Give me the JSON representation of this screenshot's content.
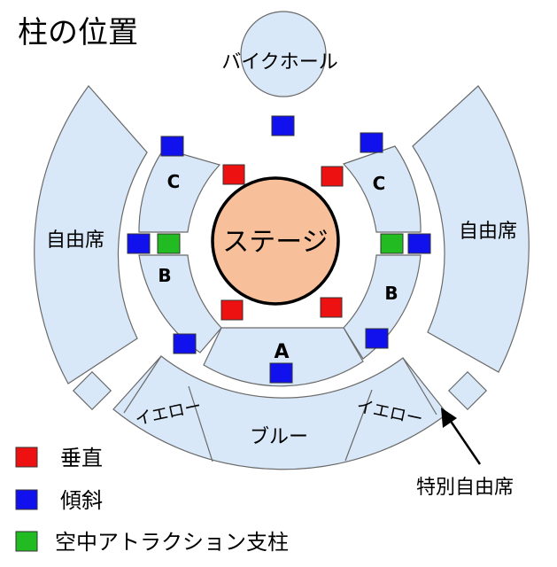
{
  "title": "柱の位置",
  "labels": {
    "bike_hall": "バイクホール",
    "stage": "ステージ",
    "free_left": "自由席",
    "free_right": "自由席",
    "block_c_left": "C",
    "block_c_right": "C",
    "block_b_left": "B",
    "block_b_right": "B",
    "block_a": "A",
    "yellow_left": "イエロー",
    "yellow_right": "イエロー",
    "blue": "ブルー",
    "special_free": "特別自由席"
  },
  "legend": [
    {
      "key": "vertical",
      "label": "垂直",
      "color": "#ee1111"
    },
    {
      "key": "tilted",
      "label": "傾斜",
      "color": "#1111ee"
    },
    {
      "key": "aerial",
      "label": "空中アトラクション支柱",
      "color": "#22bb22"
    }
  ],
  "colors": {
    "seat_fill": "#d9e8f8",
    "stage_fill": "#f8c09a",
    "outline": "#6a6a6a"
  }
}
